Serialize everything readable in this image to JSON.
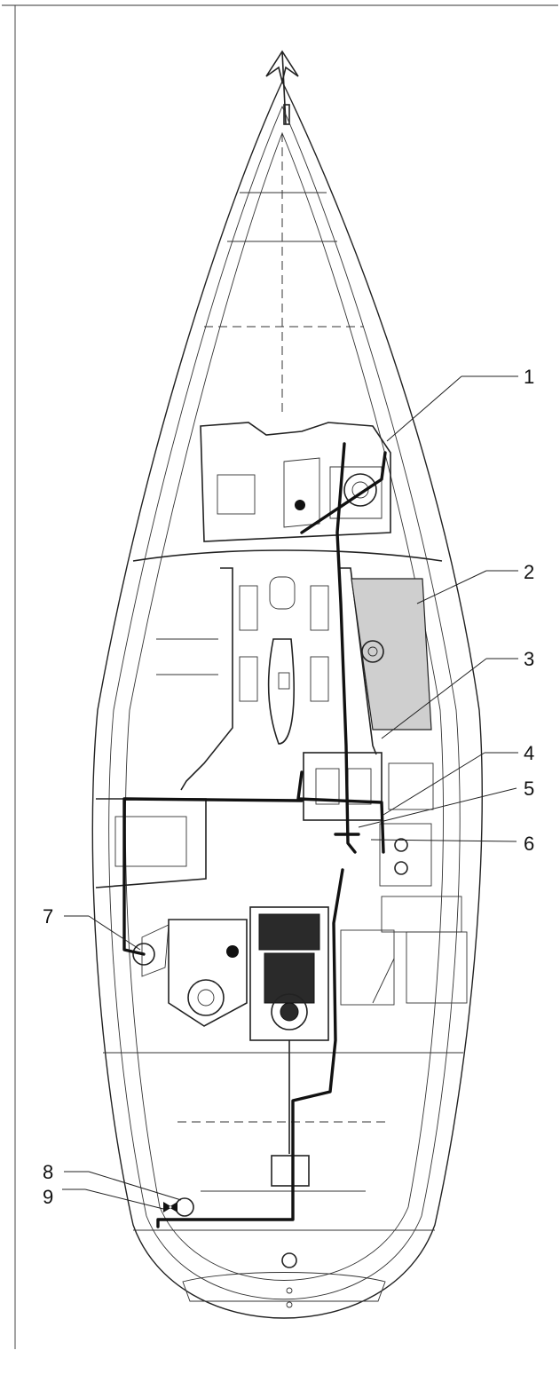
{
  "diagram": {
    "callouts": [
      {
        "label": "1"
      },
      {
        "label": "2"
      },
      {
        "label": "3"
      },
      {
        "label": "4"
      },
      {
        "label": "5"
      },
      {
        "label": "6"
      },
      {
        "label": "7"
      },
      {
        "label": "8"
      },
      {
        "label": "9"
      }
    ]
  }
}
